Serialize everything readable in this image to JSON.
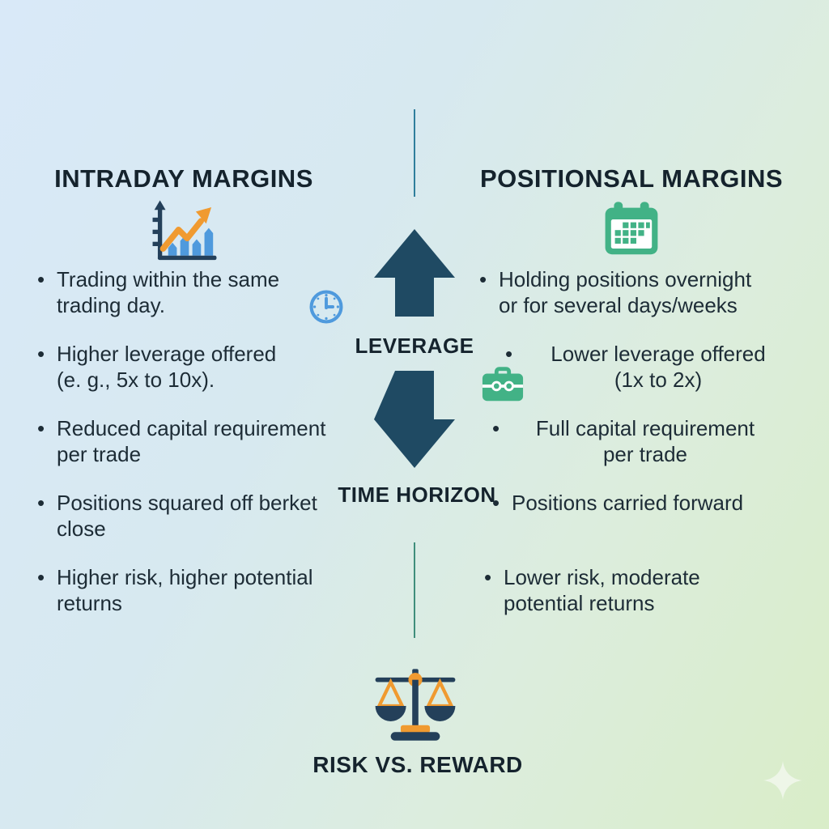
{
  "left": {
    "title": "INTRADAY MARGINS",
    "title_icon": "bar-chart-growth-icon",
    "bullets": [
      "Trading within the same\ntrading day.",
      "Higher leverage offered\n(e. g., 5x to 10x).",
      "Reduced capital requirement\nper trade",
      "Positions squared off berket\nclose",
      "Higher risk, higher potential\nreturns"
    ]
  },
  "right": {
    "title": "POSITIONSAL MARGINS",
    "title_icon": "calendar-icon",
    "bullets": [
      "Holding positions overnight\nor for several days/weeks",
      "Lower leverage offered\n(1x to 2x)",
      "Full capital requirement\nper trade",
      "Positions carried forward",
      "Lower risk, moderate\npotential returns"
    ]
  },
  "center": {
    "leverage_label": "LEVERAGE",
    "time_horizon_label": "TIME HORIZON",
    "risk_reward_label": "RISK VS. REWARD"
  },
  "glyphs": {
    "bullet": "•"
  },
  "icons": {
    "left_title": "bar-chart-growth",
    "left_bullet_1": "clock",
    "right_title": "calendar",
    "right_bullet_2": "briefcase",
    "center_up": "arrow-up",
    "center_down": "arrow-down",
    "bottom": "balance-scale",
    "corner": "sparkle"
  },
  "colors": {
    "navy": "#1f4a63",
    "icon_navy": "#24405a",
    "text_dark": "#1d2c36",
    "title_dark": "#15232d",
    "green": "#42b286",
    "blue": "#4f9add",
    "orange": "#f09a30",
    "divider_top": "#2f7e9c",
    "divider_bottom": "#3f8e7b",
    "bg1": "#d9e9f8",
    "bg2": "#d7e9f0",
    "bg3": "#dcedde",
    "bg4": "#d9edc8"
  }
}
